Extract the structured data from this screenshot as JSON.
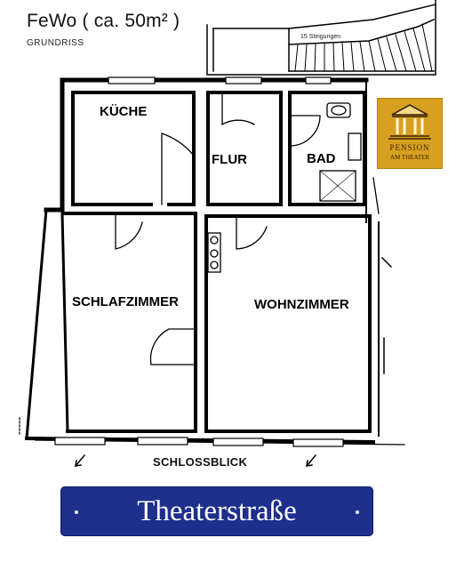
{
  "header": {
    "title": "FeWo ( ca. 50m² )",
    "subtitle": "GRUNDRISS"
  },
  "stairs_label": "15 Steigungen",
  "rooms": {
    "kueche": "KÜCHE",
    "flur": "FLUR",
    "bad": "BAD",
    "schlafzimmer": "SCHLAFZIMMER",
    "wohnzimmer": "WOHNZIMMER"
  },
  "view_label": "SCHLOSSBLICK",
  "street": {
    "name": "Theaterstraße",
    "bar_color": "#1f2f8c"
  },
  "logo": {
    "line1": "PENSION",
    "line2": "AM THEATER",
    "color": "#d8a020",
    "icon": "temple-icon"
  }
}
